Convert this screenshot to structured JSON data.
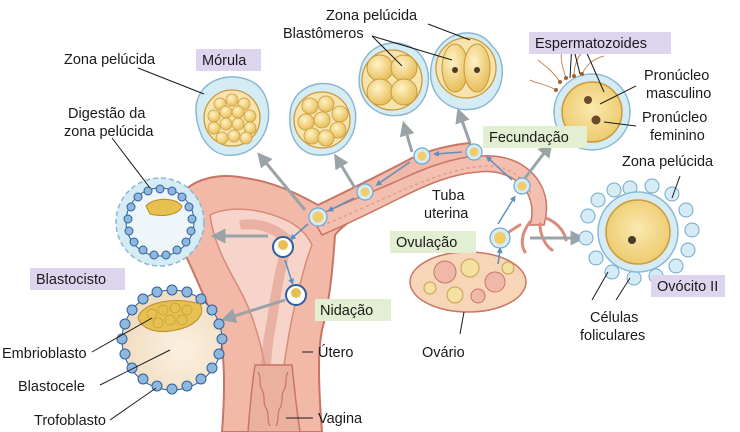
{
  "labels": {
    "zona_pelucida_top": "Zona pelúcida",
    "blastomeros": "Blastômeros",
    "espermatozoides": "Espermatozoides",
    "zona_pelucida_left": "Zona pelúcida",
    "morula": "Mórula",
    "pronucleo_masculino_1": "Pronúcleo",
    "pronucleo_masculino_2": "masculino",
    "pronucleo_feminino_1": "Pronúcleo",
    "pronucleo_feminino_2": "feminino",
    "digestao_1": "Digestão da",
    "digestao_2": "zona pelúcida",
    "fecundacao": "Fecundação",
    "zona_pelucida_right": "Zona pelúcida",
    "tuba_1": "Tuba",
    "tuba_2": "uterina",
    "ovulacao": "Ovulação",
    "blastocisto": "Blastocisto",
    "ovocito": "Ovócito II",
    "nidacao": "Nidação",
    "embrioblasto": "Embrioblasto",
    "utero": "Útero",
    "ovario": "Ovário",
    "celulas_1": "Células",
    "celulas_2": "foliculares",
    "blastocele": "Blastocele",
    "trofoblasto": "Trofoblasto",
    "vagina": "Vagina"
  },
  "colors": {
    "tissue_pink": "#f2b9a8",
    "tissue_dark": "#d97a6a",
    "cytoplasm": "#f6d98a",
    "zona_blue": "#d6ecf5",
    "arrow_gray": "#9aa3a8",
    "tag_purple": "#ddd5ee",
    "tag_green": "#e3efd2"
  }
}
